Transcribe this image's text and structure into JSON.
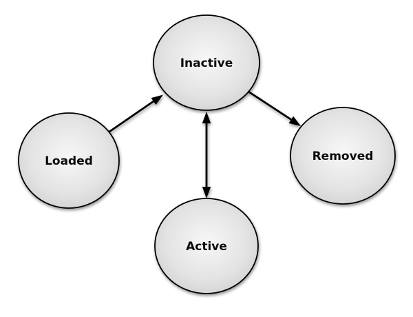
{
  "diagram": {
    "type": "state-transition-diagram",
    "background": "#ffffff",
    "nodes": [
      {
        "id": "inactive",
        "label": "Inactive"
      },
      {
        "id": "loaded",
        "label": "Loaded"
      },
      {
        "id": "removed",
        "label": "Removed"
      },
      {
        "id": "active",
        "label": "Active"
      }
    ],
    "edges": [
      {
        "from": "loaded",
        "to": "inactive",
        "direction": "one-way"
      },
      {
        "from": "inactive",
        "to": "active",
        "direction": "two-way"
      },
      {
        "from": "inactive",
        "to": "removed",
        "direction": "one-way"
      }
    ],
    "colors": {
      "node_fill_center": "#f6f6f6",
      "node_fill_edge": "#c6c6c6",
      "node_stroke": "#000000",
      "arrow": "#000000",
      "label_text": "#0b0b0b"
    }
  }
}
